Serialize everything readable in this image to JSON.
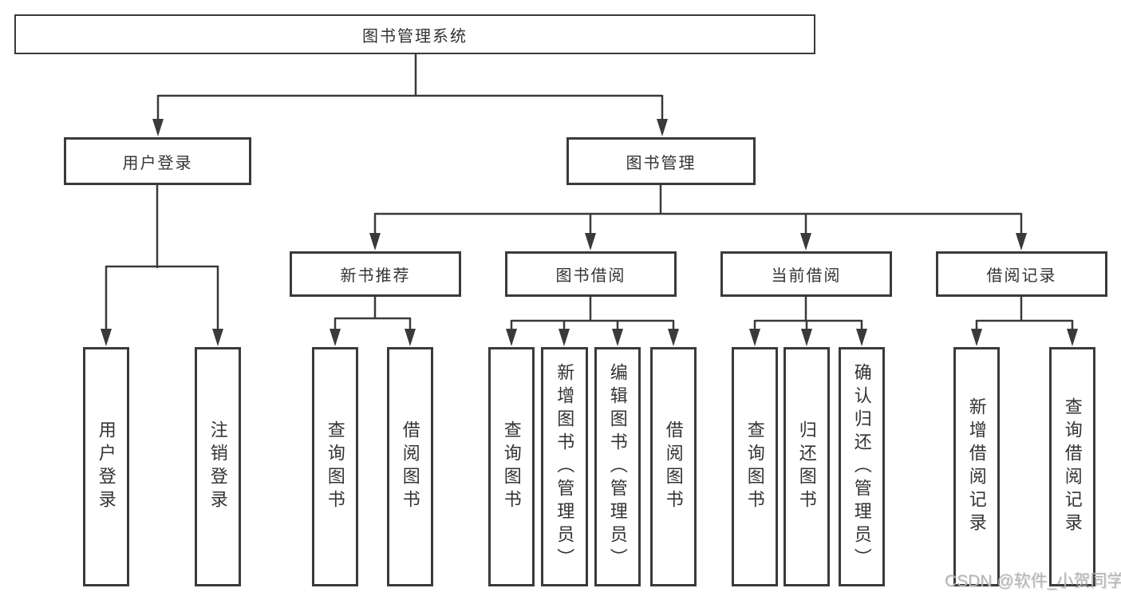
{
  "tree": {
    "root": {
      "label": "图书管理系统"
    },
    "login": {
      "label": "用户登录",
      "leaves": [
        {
          "label": "用户登录"
        },
        {
          "label": "注销登录"
        }
      ]
    },
    "management": {
      "label": "图书管理",
      "sections": [
        {
          "label": "新书推荐",
          "leaves": [
            {
              "label": "查询图书"
            },
            {
              "label": "借阅图书"
            }
          ]
        },
        {
          "label": "图书借阅",
          "leaves": [
            {
              "label": "查询图书"
            },
            {
              "label": "新增图书（管理员）"
            },
            {
              "label": "编辑图书（管理员）"
            },
            {
              "label": "借阅图书"
            }
          ]
        },
        {
          "label": "当前借阅",
          "leaves": [
            {
              "label": "查询图书"
            },
            {
              "label": "归还图书"
            },
            {
              "label": "确认归还（管理员）"
            }
          ]
        },
        {
          "label": "借阅记录",
          "leaves": [
            {
              "label": "新增借阅记录"
            },
            {
              "label": "查询借阅记录"
            }
          ]
        }
      ]
    }
  },
  "watermark": {
    "text": "CSDN @软件_小贺同学"
  },
  "colors": {
    "line": "#3a3a3a",
    "box_border": "#3a3a3a",
    "text": "#333333",
    "background": "#ffffff",
    "watermark": "#b5b5b5"
  }
}
